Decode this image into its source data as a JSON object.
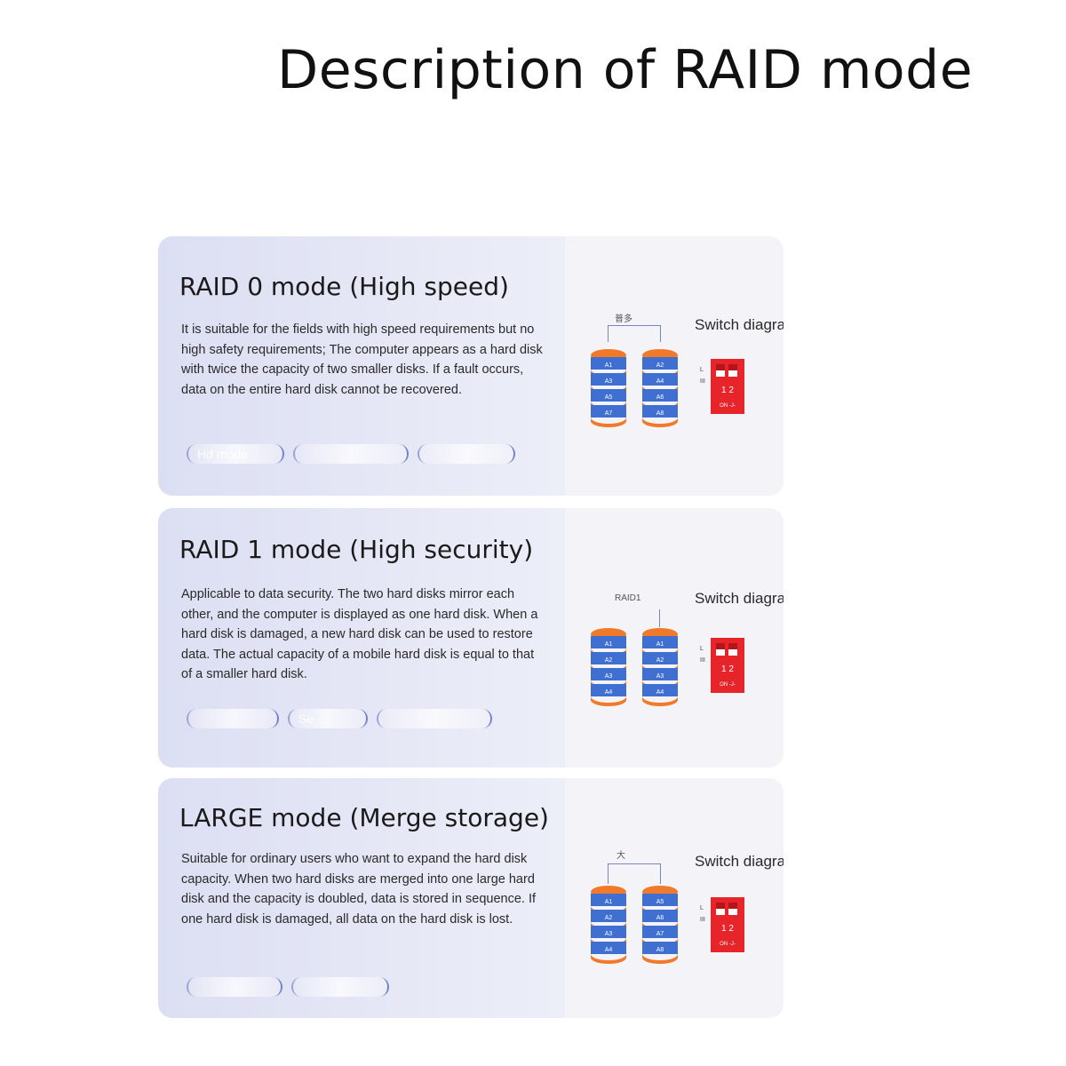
{
  "page_title": "Description of RAID mode",
  "switch_label": "Switch diagram",
  "panels": [
    {
      "title": "RAID 0 mode (High speed)",
      "description": "It is suitable for the fields with high speed requirements but no high safety requirements; The computer appears as a hard disk with twice the capacity of two smaller disks. If a fault occurs, data on the entire hard disk cannot be recovered.",
      "diagram_label": "普多",
      "disk_left": [
        "A1",
        "A3",
        "A5",
        "A7"
      ],
      "disk_right": [
        "A2",
        "A4",
        "A6",
        "A8"
      ],
      "pills": [
        "Hd mode",
        "",
        ""
      ]
    },
    {
      "title": "RAID 1 mode (High security)",
      "description": "Applicable to data security. The two hard disks mirror each other, and the computer is displayed as one hard disk. When a hard disk is damaged, a new hard disk can be used to restore data. The actual capacity of a mobile hard disk is equal to that of a smaller hard disk.",
      "diagram_label": "RAID1",
      "disk_left": [
        "A1",
        "A2",
        "A3",
        "A4"
      ],
      "disk_right": [
        "A1",
        "A2",
        "A3",
        "A4"
      ],
      "pills": [
        "",
        "Se",
        ""
      ]
    },
    {
      "title": "LARGE mode (Merge storage)",
      "description": "Suitable for ordinary users who want to expand the hard disk capacity. When two hard disks are merged into one large hard disk and the capacity is doubled, data is stored in sequence. If one hard disk is damaged, all data on the hard disk is lost.",
      "diagram_label": "大",
      "disk_left": [
        "A1",
        "A2",
        "A3",
        "A4"
      ],
      "disk_right": [
        "A5",
        "A6",
        "A7",
        "A8"
      ],
      "pills": [
        "",
        ""
      ]
    }
  ],
  "switch_text": {
    "side_top": "L",
    "side_bottom": "III",
    "numbers": "1 2",
    "on": "ON -J-"
  },
  "colors": {
    "disk_orange": "#f07a2a",
    "disk_blue": "#3f6fd0",
    "switch_red": "#e8242b"
  }
}
